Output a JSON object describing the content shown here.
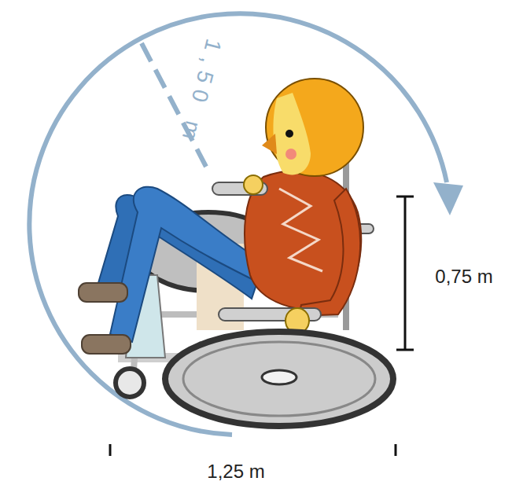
{
  "diagram": {
    "labels": [
      "1,50 m",
      "0,75 m",
      "1,25 m"
    ]
  }
}
